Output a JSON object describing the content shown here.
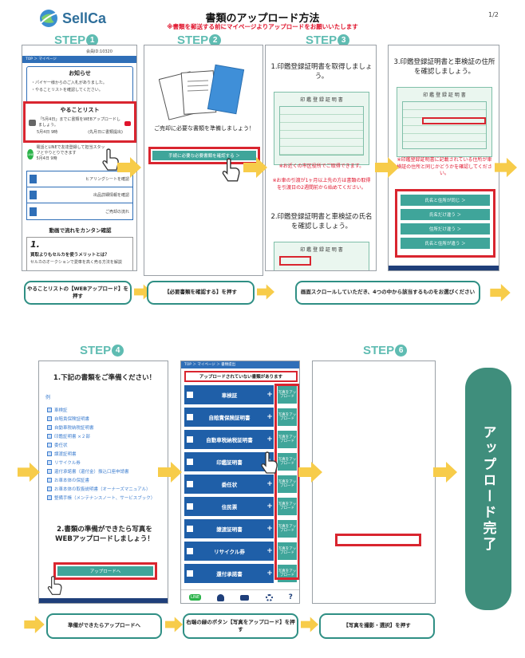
{
  "header": {
    "logo_text": "SellCa",
    "title": "書類のアップロード方法",
    "subtitle": "※書類を郵送する前にマイページよりアップロードをお願いいたします",
    "page_number": "1/2"
  },
  "steps": {
    "s1": "STEP",
    "s1n": "1",
    "s2": "STEP",
    "s2n": "2",
    "s3": "STEP",
    "s3n": "3",
    "s4": "STEP",
    "s4n": "4",
    "s6": "STEP",
    "s6n": "6"
  },
  "screen1": {
    "member_id": "会員ID:10320",
    "breadcrumb": "TOP ＞ マイページ",
    "notice_title": "お知らせ",
    "notice_1": "・パイヤ一様からのご入札がありました。",
    "notice_2": "・やることリストを確認してください。",
    "todo_title": "やることリスト",
    "todo_item": "「5月4日」までに書類をWEBアップロードしましょう。",
    "todo_sub1": "5月4日 9時",
    "todo_sub2": "(先月日に書類提出)",
    "line_text": "電話とLINEで友達登録して担当スタッフとやりとりできます",
    "line_sub": "5月4日 9時",
    "line_label": "LINE",
    "menu_1": "ヒアリングシートを確認",
    "menu_2": "出品詳細情報を確認",
    "menu_3": "ご売却の流れ",
    "video_title": "動画で流れをカンタン確認",
    "video_num": "1.",
    "video_text": "買取よりもセルカを使うメリットとは？",
    "video_sub": "セルカのオークションで愛車を高く売る方法を解説"
  },
  "screen2": {
    "text": "ご売却に必要な書類を準備しましょう！",
    "button": "手続に必要な必要書類を確認する ＞"
  },
  "screen3": {
    "heading1": "1.印鑑登録証明書を取得しましょう。",
    "cert_title": "印 鑑 登 録 証 明 書",
    "red1": "※お近くの市区役所でご取得できます。",
    "red2": "※お車の引渡が1ヶ月以上先の方は書類の取得を引渡日の2週間前から始めてください。",
    "heading2": "2.印鑑登録証明書と車検証の氏名を確認しましょう。"
  },
  "screen4": {
    "heading": "3.印鑑登録証明書と車検証の住所を確認しましょう。",
    "cert_title": "印 鑑 登 録 証 明 書",
    "red": "※印鑑登録証明書に記載されている住所が車検証の住所と同じかどうかを確認してください。",
    "btn1": "氏名と住所が同じ ＞",
    "btn2": "氏名だけ違う ＞",
    "btn3": "住所だけ違う ＞",
    "btn4": "氏名と住所が違う ＞"
  },
  "screen5": {
    "heading": "1.下記の書類をご準備ください！",
    "example": "例",
    "items": [
      "車検証",
      "自賠責保険証明書",
      "自動車税納税証明書",
      "印鑑証明書 ×２部",
      "委任状",
      "譲渡証明書",
      "リサイクル券",
      "還付承諾書（還付金）振込口座申請書",
      "お車本体の保証書",
      "お車本体の取扱説明書（オーナーズマニュアル）",
      "整備手帳（メンテナンスノート、サービスブック）"
    ],
    "heading2": "2.書類の準備ができたら写真をWEBアップロードしましょう！",
    "button": "アップロードへ"
  },
  "screen6": {
    "breadcrumb": "TOP ＞ マイページ ＞ 書類提出",
    "alert": "アップロードされていない書類があります",
    "rows": [
      "車検証",
      "自賠責保険証明書",
      "自動車税納税証明書",
      "印鑑証明書",
      "委任状",
      "住民票",
      "譲渡証明書",
      "リサイクル券",
      "還付承諾書"
    ],
    "photo_btn": "写真をアップロード",
    "nav": [
      "LINE",
      "マイページ",
      "出品",
      "設定",
      "FAQ"
    ]
  },
  "captions": {
    "c1": "やることリストの【WEBアップロード】を押す",
    "c2": "【必要書類を確認する】を押す",
    "c3": "画面スクロールしていただき、4つの中から該当するものをお選びください",
    "c4": "準備ができたらアップロードへ",
    "c5": "右端の緑のボタン【写真をアップロード】を押す",
    "c6": "【写真を撮影・選択】を押す"
  },
  "final": {
    "label": "アップロード完了"
  },
  "colors": {
    "teal": "#3fa59a",
    "red": "#d9252f",
    "blue": "#1f5fa8",
    "arrow": "#f7cc4a"
  }
}
